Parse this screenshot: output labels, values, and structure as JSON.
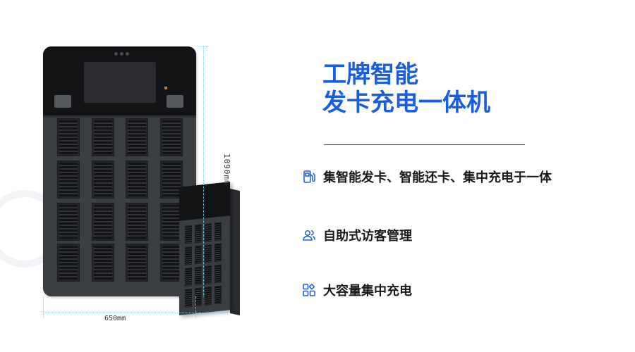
{
  "title": {
    "line1": "工牌智能",
    "line2": "发卡充电一体机"
  },
  "features": [
    {
      "icon": "fuel-pump-icon",
      "label": "集智能发卡、智能还卡、集中充电于一体"
    },
    {
      "icon": "users-icon",
      "label": "自助式访客管理"
    },
    {
      "icon": "grid-apps-icon",
      "label": "大容量集中充电"
    }
  ],
  "dimensions": {
    "width": "650mm",
    "height": "1090mm"
  },
  "colors": {
    "accent": "#1a5ee0",
    "cabinet": "#3b3f44",
    "cabinet_top": "#121315"
  }
}
